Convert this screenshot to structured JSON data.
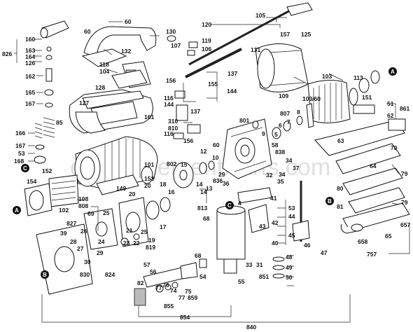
{
  "watermark": "eReplacementParts.com",
  "callouts": {
    "A": "A",
    "B": "B",
    "C": "C"
  },
  "labels": {
    "l60a": "60",
    "l60b": "60",
    "l120": "120",
    "l105": "105",
    "l125": "125",
    "l130": "130",
    "l160": "160",
    "l163": "163",
    "l164": "164",
    "l126": "126",
    "l826": "826",
    "l162": "162",
    "l165": "165",
    "l167a": "167",
    "l166": "166",
    "l167b": "167",
    "l53": "53",
    "l168": "168",
    "l85": "85",
    "l152": "152",
    "l154": "154",
    "l102": "102",
    "l108": "108",
    "l808": "808",
    "l119": "119",
    "l106": "106",
    "l107": "107",
    "l132": "132",
    "l131": "131",
    "l157": "157",
    "l118": "118",
    "l104": "104",
    "l128": "128",
    "l127": "127",
    "l137a": "137",
    "l137b": "137",
    "l155": "155",
    "l156a": "156",
    "l156b": "156",
    "l116a": "116",
    "l116b": "116",
    "l144a": "144",
    "l144b": "144",
    "l310": "310",
    "l810": "810",
    "l161": "161",
    "l109": "109",
    "l103": "103",
    "l10360": "103/60",
    "l113": "113",
    "l151": "151",
    "l51": "51",
    "l861": "861",
    "l62": "62",
    "l70": "70",
    "l63": "63",
    "l807": "807",
    "l801": "801",
    "l8": "8",
    "l7": "7",
    "l6": "6",
    "l5": "5",
    "l9": "9",
    "l838": "838",
    "l58": "58",
    "l34a": "34",
    "l34b": "34",
    "l37": "37",
    "l32": "32",
    "l35": "35",
    "l64": "64",
    "l79a": "79",
    "l79b": "79",
    "l80": "80",
    "l81": "81",
    "l657": "657",
    "l658": "658",
    "l65": "65",
    "l757": "757",
    "l101": "101",
    "l802": "802",
    "l15": "15",
    "l12": "12",
    "l60c": "60",
    "l10": "10",
    "l836": "836",
    "l29": "29",
    "l36": "36",
    "l813": "813",
    "l14a": "14",
    "l14b": "14",
    "l13": "13",
    "l20a": "20",
    "l20b": "20",
    "l18": "18",
    "l16": "16",
    "l149": "149",
    "l153": "153",
    "l25a": "25",
    "l25b": "25",
    "l21": "21",
    "l22": "22",
    "l23": "23",
    "l19": "19",
    "l819": "819",
    "l17": "17",
    "l827": "827",
    "l69": "69",
    "l39": "39",
    "l28": "28",
    "l26": "26",
    "l27": "27",
    "l24": "24",
    "l29b": "29",
    "l30": "30",
    "l830": "830",
    "l824": "824",
    "l68a": "68",
    "l68b": "68",
    "l4": "4",
    "l41": "41",
    "l42": "42",
    "l43": "43",
    "l40": "40",
    "l44": "44",
    "l45": "45",
    "l53b": "53",
    "l46": "46",
    "l47": "47",
    "l48": "48",
    "l49": "49",
    "l50": "50",
    "l31": "31",
    "l33": "33",
    "l851": "851",
    "l55": "55",
    "l57": "57",
    "l56": "56",
    "l54": "54",
    "l76": "76",
    "l77a": "77",
    "l77b": "77",
    "l74": "74",
    "l75": "75",
    "l859": "859",
    "l82": "82",
    "l855": "855",
    "l854": "854",
    "l840": "840"
  }
}
